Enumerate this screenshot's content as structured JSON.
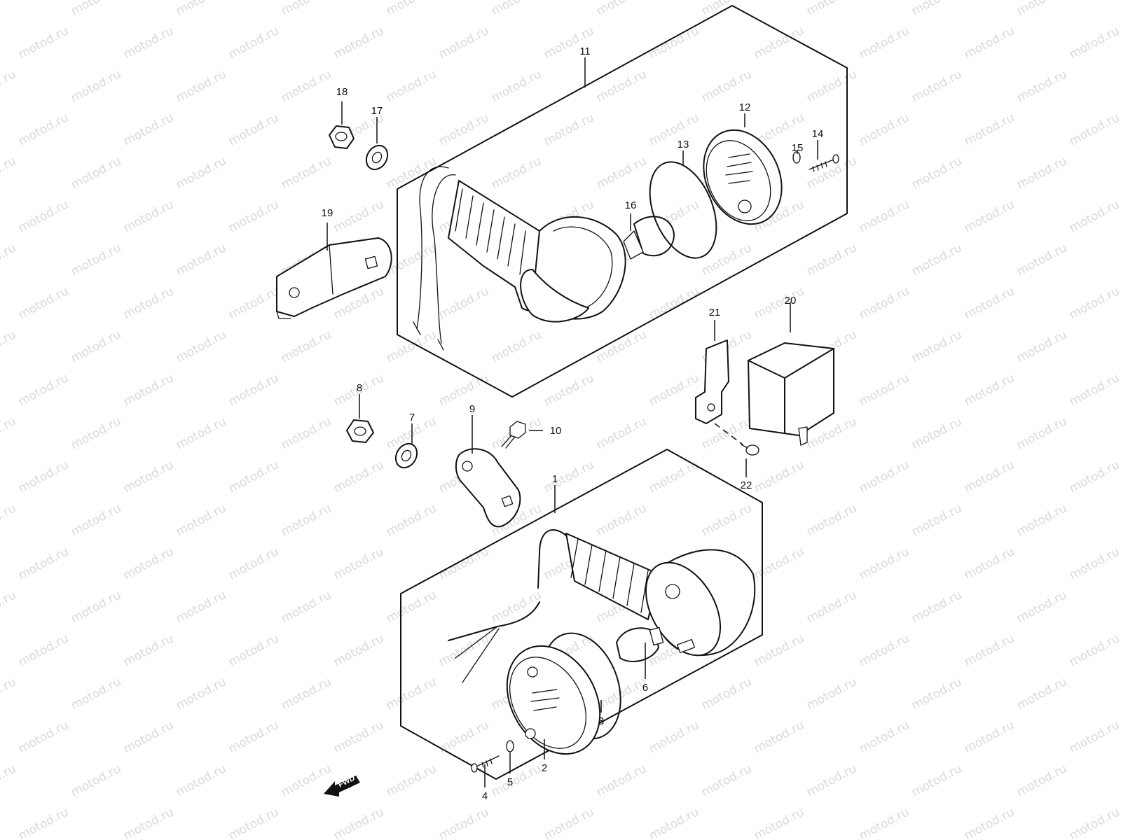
{
  "watermark": "motod.ru",
  "fwd_label": "FWD",
  "callouts": [
    {
      "id": "c1",
      "label": "1"
    },
    {
      "id": "c2",
      "label": "2"
    },
    {
      "id": "c3",
      "label": "3"
    },
    {
      "id": "c4",
      "label": "4"
    },
    {
      "id": "c5",
      "label": "5"
    },
    {
      "id": "c6",
      "label": "6"
    },
    {
      "id": "c7",
      "label": "7"
    },
    {
      "id": "c8",
      "label": "8"
    },
    {
      "id": "c9",
      "label": "9"
    },
    {
      "id": "c10",
      "label": "10"
    },
    {
      "id": "c11",
      "label": "11"
    },
    {
      "id": "c12",
      "label": "12"
    },
    {
      "id": "c13",
      "label": "13"
    },
    {
      "id": "c14",
      "label": "14"
    },
    {
      "id": "c15",
      "label": "15"
    },
    {
      "id": "c16",
      "label": "16"
    },
    {
      "id": "c17",
      "label": "17"
    },
    {
      "id": "c18",
      "label": "18"
    },
    {
      "id": "c19",
      "label": "19"
    },
    {
      "id": "c20",
      "label": "20"
    },
    {
      "id": "c21",
      "label": "21"
    },
    {
      "id": "c22",
      "label": "22"
    }
  ]
}
